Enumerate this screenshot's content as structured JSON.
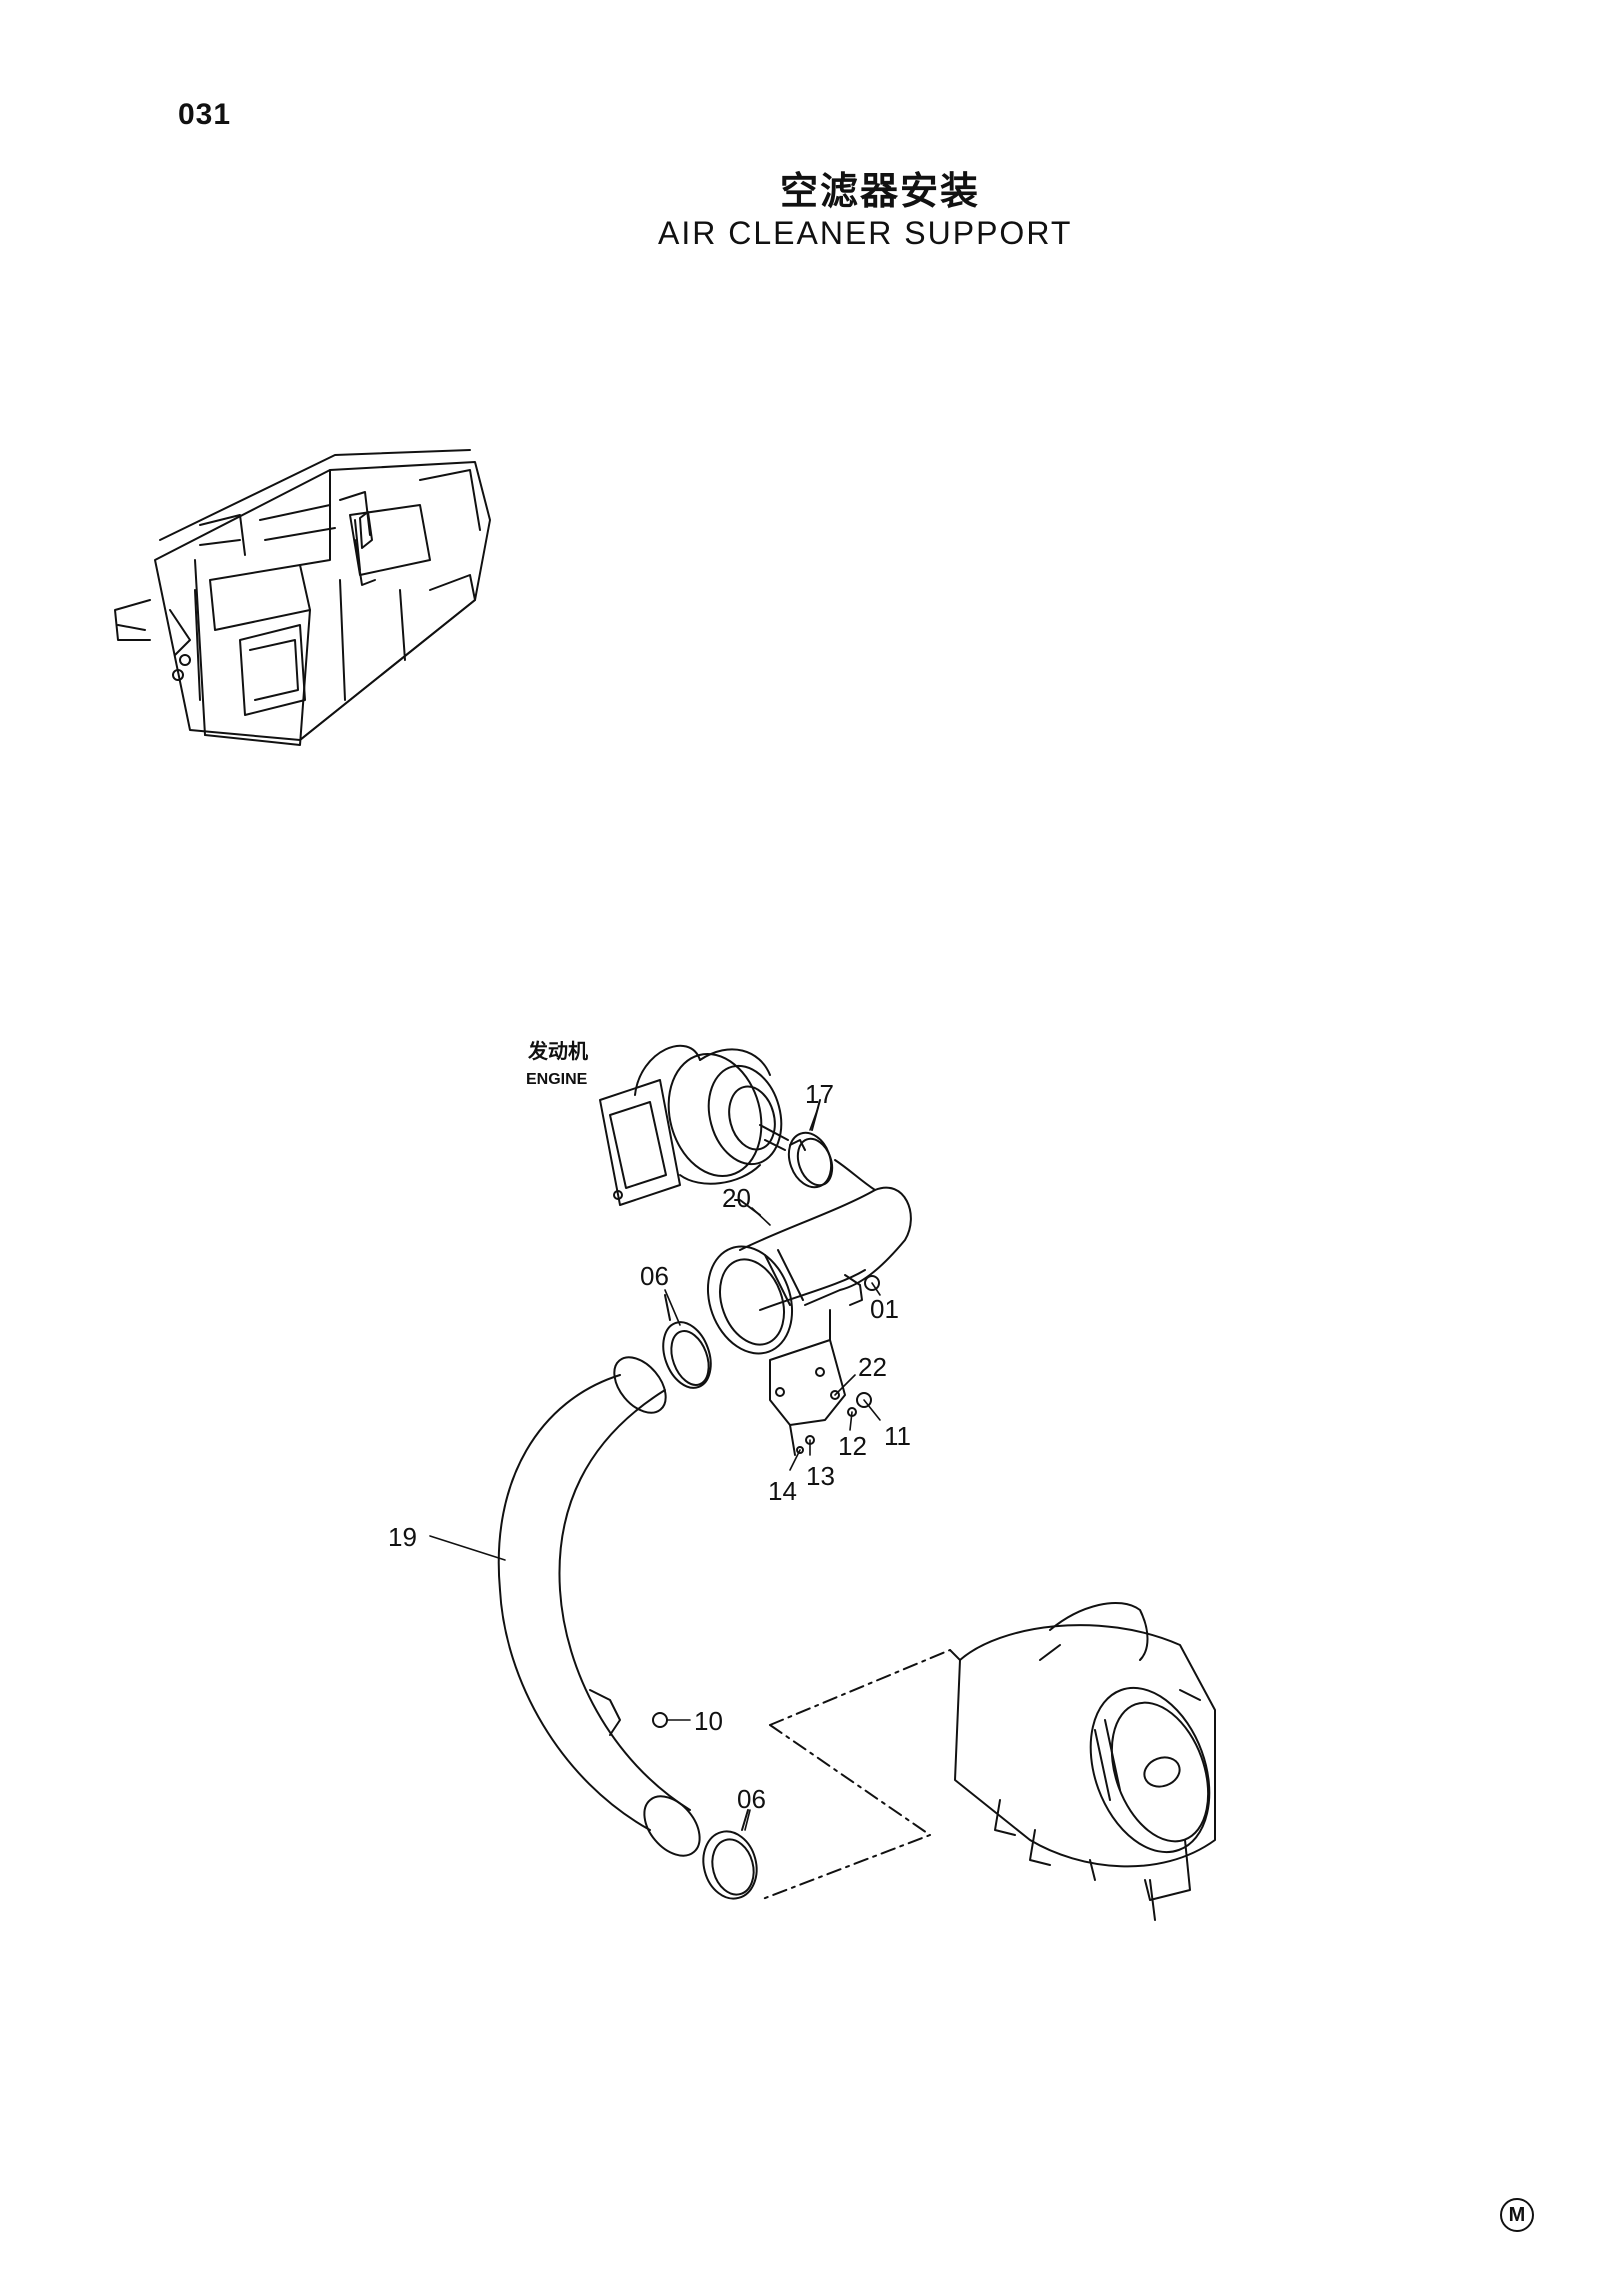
{
  "page": {
    "number": "031"
  },
  "title": {
    "cn": "空滤器安装",
    "en": "AIR CLEANER SUPPORT"
  },
  "engine_label": {
    "cn": "发动机",
    "en": "ENGINE"
  },
  "callouts": [
    "17",
    "20",
    "06",
    "01",
    "22",
    "11",
    "12",
    "13",
    "14",
    "19",
    "10",
    "06"
  ],
  "corner_mark": "M"
}
